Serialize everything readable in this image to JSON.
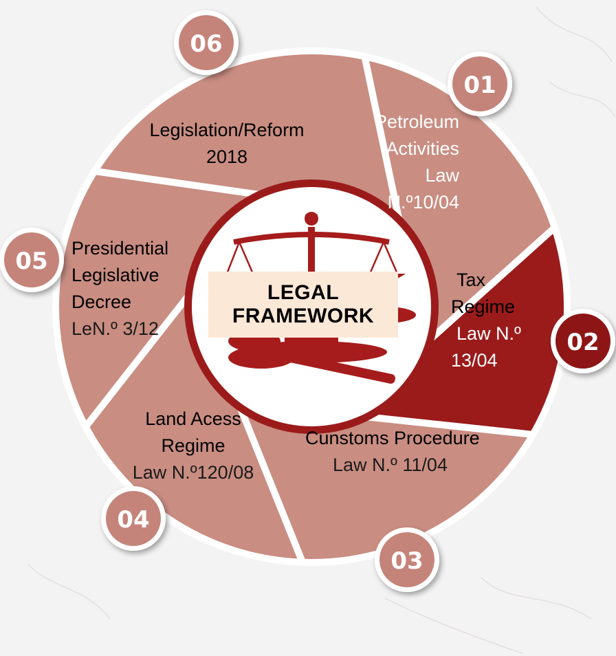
{
  "center": {
    "line1": "LEGAL",
    "line2": "FRAMEWORK"
  },
  "segments": [
    {
      "number": "01",
      "lines": [
        "Petroleum",
        "Activities",
        "Law",
        "N.º10/04"
      ],
      "color": "#c98d82"
    },
    {
      "number": "02",
      "lines": [
        "Tax",
        "Regime",
        "Law N.º",
        "13/04"
      ],
      "color": "#9b1b1b"
    },
    {
      "number": "03",
      "lines": [
        "Cunstoms Procedure",
        "Law N.º 11/04"
      ],
      "color": "#c98d82"
    },
    {
      "number": "04",
      "lines": [
        "Land Acess",
        "Regime",
        "Law N.º120/08"
      ],
      "color": "#c98d82"
    },
    {
      "number": "05",
      "lines": [
        "Presidential",
        "Legislative",
        "Decree",
        "LeN.º 3/12"
      ],
      "color": "#c98d82"
    },
    {
      "number": "06",
      "lines": [
        "Legislation/Reform",
        "2018"
      ],
      "color": "#c98d82"
    }
  ],
  "icons": [
    "scales-of-justice-icon",
    "gavel-icon"
  ],
  "colors": {
    "segment": "#c98d82",
    "highlight": "#9b1b1b",
    "badge": "#c5847a",
    "badge_highlight": "#8e1515",
    "center_box": "#fbe8d6"
  }
}
